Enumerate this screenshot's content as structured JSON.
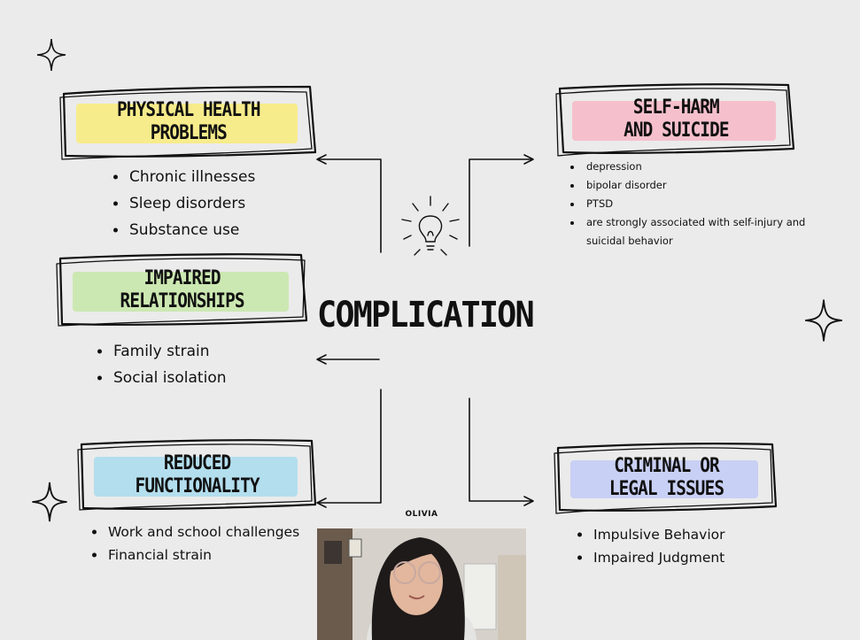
{
  "center": {
    "title": "COMPLICATION"
  },
  "boxes": {
    "physical": {
      "title_lines": [
        "PHYSICAL HEALTH",
        "PROBLEMS"
      ],
      "highlight": "#f9ec7a"
    },
    "relationships": {
      "title_lines": [
        "IMPAIRED",
        "RELATIONSHIPS"
      ],
      "highlight": "#c7e8a8"
    },
    "functionality": {
      "title_lines": [
        "REDUCED",
        "FUNCTIONALITY"
      ],
      "highlight": "#a9dcef"
    },
    "selfharm": {
      "title_lines": [
        "SELF-HARM",
        "AND SUICIDE"
      ],
      "highlight": "#f7b9c7"
    },
    "criminal": {
      "title_lines": [
        "CRIMINAL OR",
        "LEGAL ISSUES"
      ],
      "highlight": "#c3cbf7"
    }
  },
  "lists": {
    "physical": [
      "Chronic illnesses",
      "Sleep disorders",
      "Substance use"
    ],
    "relationships": [
      "Family strain",
      "Social isolation"
    ],
    "functionality": [
      "Work and school challenges",
      "Financial strain"
    ],
    "selfharm": [
      "depression",
      "bipolar disorder",
      "PTSD",
      "are strongly associated with self-injury and",
      "suicidal behavior"
    ],
    "criminal": [
      "Impulsive Behavior",
      "Impaired Judgment"
    ]
  },
  "video": {
    "speaker_name": "OLIVIA"
  },
  "icons": {
    "center": "lightbulb-icon",
    "decor": "sparkle-icon"
  }
}
